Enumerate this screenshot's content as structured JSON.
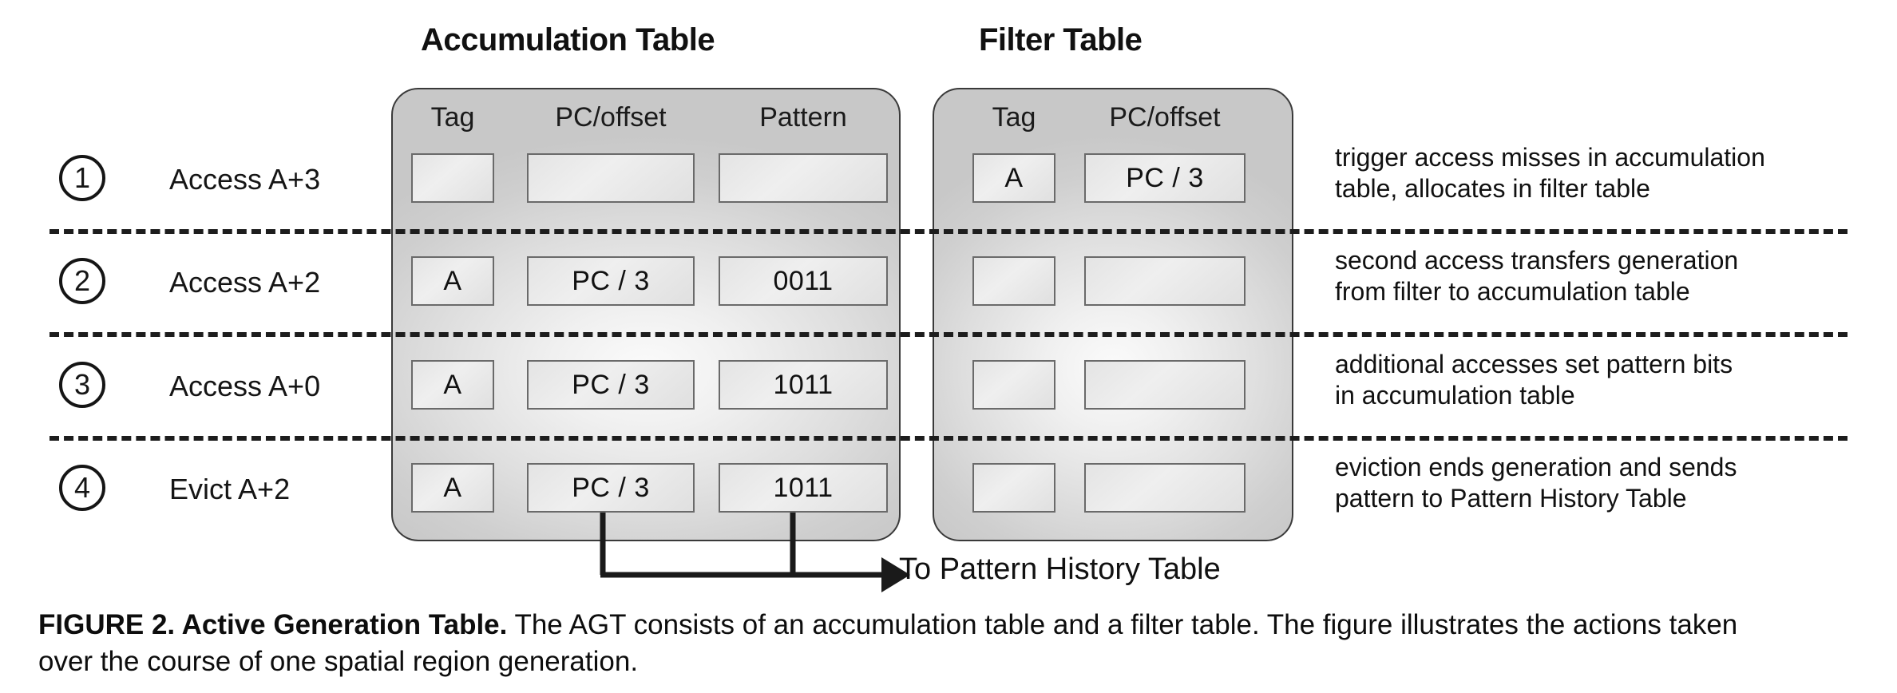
{
  "figure": {
    "caption_bold": "FIGURE 2. Active Generation Table.",
    "caption_rest": " The AGT consists of an accumulation table and a filter table. The figure illustrates the actions taken over the course of one spatial region generation."
  },
  "accumulation_table": {
    "title": "Accumulation Table",
    "columns": [
      "Tag",
      "PC/offset",
      "Pattern"
    ],
    "rows": [
      {
        "tag": "",
        "pc_offset": "",
        "pattern": ""
      },
      {
        "tag": "A",
        "pc_offset": "PC / 3",
        "pattern": "0011"
      },
      {
        "tag": "A",
        "pc_offset": "PC / 3",
        "pattern": "1011"
      },
      {
        "tag": "A",
        "pc_offset": "PC / 3",
        "pattern": "1011"
      }
    ]
  },
  "filter_table": {
    "title": "Filter Table",
    "columns": [
      "Tag",
      "PC/offset"
    ],
    "rows": [
      {
        "tag": "A",
        "pc_offset": "PC / 3"
      },
      {
        "tag": "",
        "pc_offset": ""
      },
      {
        "tag": "",
        "pc_offset": ""
      },
      {
        "tag": "",
        "pc_offset": ""
      }
    ]
  },
  "stages": [
    {
      "number": "1",
      "label": "Access A+3",
      "note_line1": "trigger access misses in accumulation",
      "note_line2": "table, allocates in filter table"
    },
    {
      "number": "2",
      "label": "Access A+2",
      "note_line1": "second access transfers generation",
      "note_line2": "from filter to accumulation table"
    },
    {
      "number": "3",
      "label": "Access A+0",
      "note_line1": "additional accesses set pattern bits",
      "note_line2": "in accumulation table"
    },
    {
      "number": "4",
      "label": "Evict A+2",
      "note_line1": "eviction ends generation and sends",
      "note_line2": "pattern to Pattern History Table"
    }
  ],
  "output_arrow": {
    "label": "To Pattern History Table"
  },
  "colors": {
    "ink": "#111111",
    "table_border": "#3a3a3a",
    "cell_border": "#6a6a6a",
    "divider": "#1d1d1d",
    "page_background": "#ffffff"
  }
}
